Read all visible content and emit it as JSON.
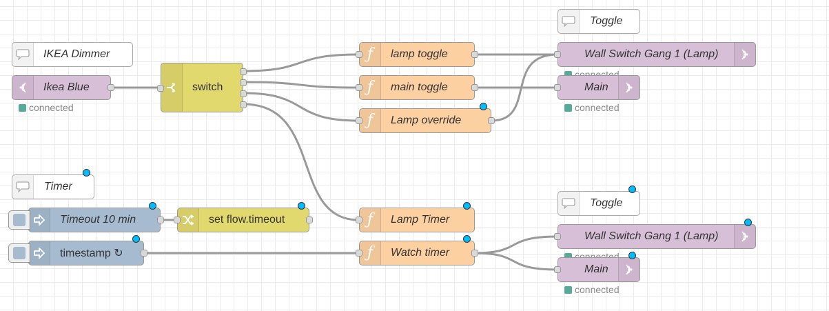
{
  "colors": {
    "function": "#fdd0a2",
    "mqtt": "#d8bfd8",
    "inject": "#a6bbcf",
    "switch": "#e2d96e",
    "change": "#e2d96e",
    "comment": "#ffffff",
    "changed_badge": "#00bcff",
    "status_connected": "#5a9",
    "wire": "#999999"
  },
  "status": {
    "connected": "connected"
  },
  "comments": {
    "ikea_dimmer": "IKEA Dimmer",
    "toggle_top": "Toggle",
    "timer": "Timer",
    "toggle_bottom": "Toggle"
  },
  "nodes": {
    "ikea_blue": "Ikea Blue",
    "switch": "switch",
    "lamp_toggle": "lamp toggle",
    "main_toggle": "main toggle",
    "lamp_override": "Lamp override",
    "wall_switch_1": "Wall Switch Gang 1 (Lamp)",
    "main_1": "Main",
    "timeout": "Timeout 10 min",
    "set_flow_timeout": "set flow.timeout",
    "timestamp": "timestamp ↻",
    "lamp_timer": "Lamp Timer",
    "watch_timer": "Watch timer",
    "wall_switch_2": "Wall Switch Gang 1 (Lamp)",
    "main_2": "Main"
  },
  "icons": {
    "comment": "speech-bubble-icon",
    "mqtt": "radio-waves-icon",
    "switch": "branch-icon",
    "function": "function-icon",
    "inject": "arrow-right-icon",
    "change": "shuffle-icon"
  }
}
